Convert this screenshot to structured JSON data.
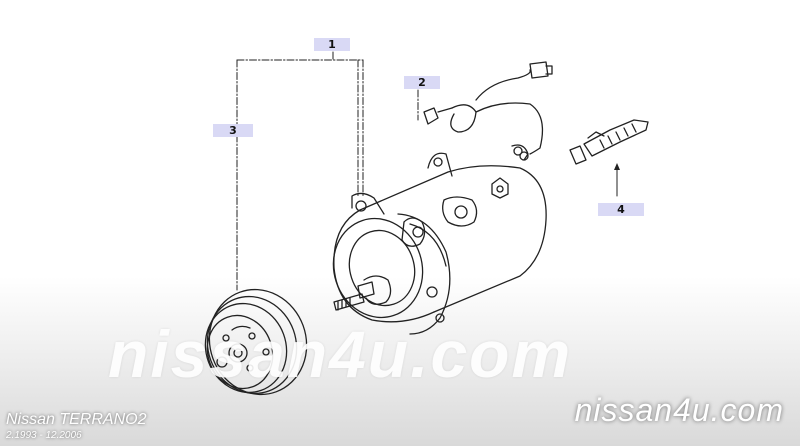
{
  "diagram": {
    "callouts": [
      "1",
      "2",
      "3",
      "4"
    ],
    "parts": [
      "compressor-body",
      "pulley-clutch",
      "wiring-harness",
      "connector-clip"
    ]
  },
  "watermark": {
    "center_text": "nissan4u.com",
    "corner_text": "nissan4u.com"
  },
  "vehicle": {
    "model": "Nissan  TERRANO2",
    "years": "2.1993  -  12.2006"
  },
  "colors": {
    "callout_bg": "#d9d9f5",
    "line": "#222222"
  }
}
